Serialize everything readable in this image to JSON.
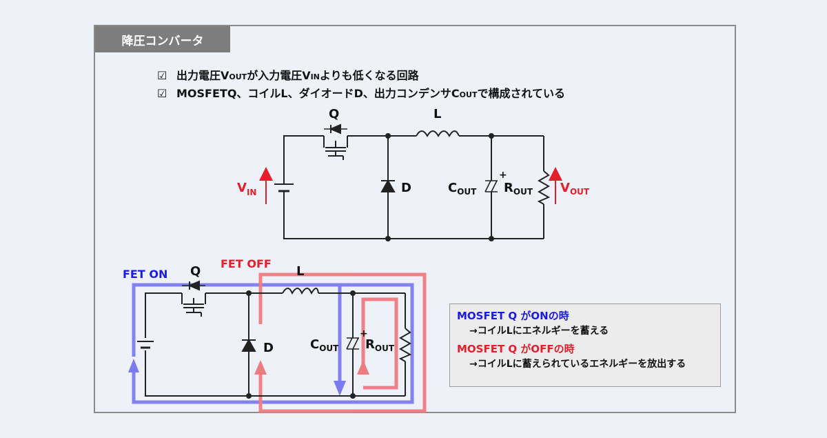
{
  "title": "降圧コンバータ",
  "bullets": [
    {
      "check": "☑",
      "pre": "出力電圧V",
      "sub1": "OUT",
      "mid": "が入力電圧V",
      "sub2": "IN",
      "post": "よりも低くなる回路"
    },
    {
      "check": "☑",
      "pre": "MOSFETQ、コイルL、ダイオードD、出力コンデンサC",
      "sub1": "OUT",
      "post": "で構成されている"
    }
  ],
  "diagram1": {
    "q_label": "Q",
    "l_label": "L",
    "d_label": "D",
    "vin_main": "V",
    "vin_sub": "IN",
    "cout_main": "C",
    "cout_sub": "OUT",
    "rout_main": "R",
    "rout_sub": "OUT",
    "vout_main": "V",
    "vout_sub": "OUT",
    "plus": "+"
  },
  "diagram2": {
    "fet_on": "FET ON",
    "fet_off": "FET OFF",
    "q_label": "Q",
    "l_label": "L",
    "d_label": "D",
    "cout_main": "C",
    "cout_sub": "OUT",
    "rout_main": "R",
    "rout_sub": "OUT",
    "plus": "+"
  },
  "info": {
    "on_head": "MOSFET Q がONの時",
    "on_sub": "→コイルLにエネルギーを蓄える",
    "off_head": "MOSFET Q がOFFの時",
    "off_sub": "→コイルLに蓄えられているエネルギーを放出する"
  },
  "colors": {
    "blue": "#1a1ae6",
    "red": "#e51e2b",
    "blue_path": "#7b7bf0",
    "red_path": "#ee7b80"
  }
}
